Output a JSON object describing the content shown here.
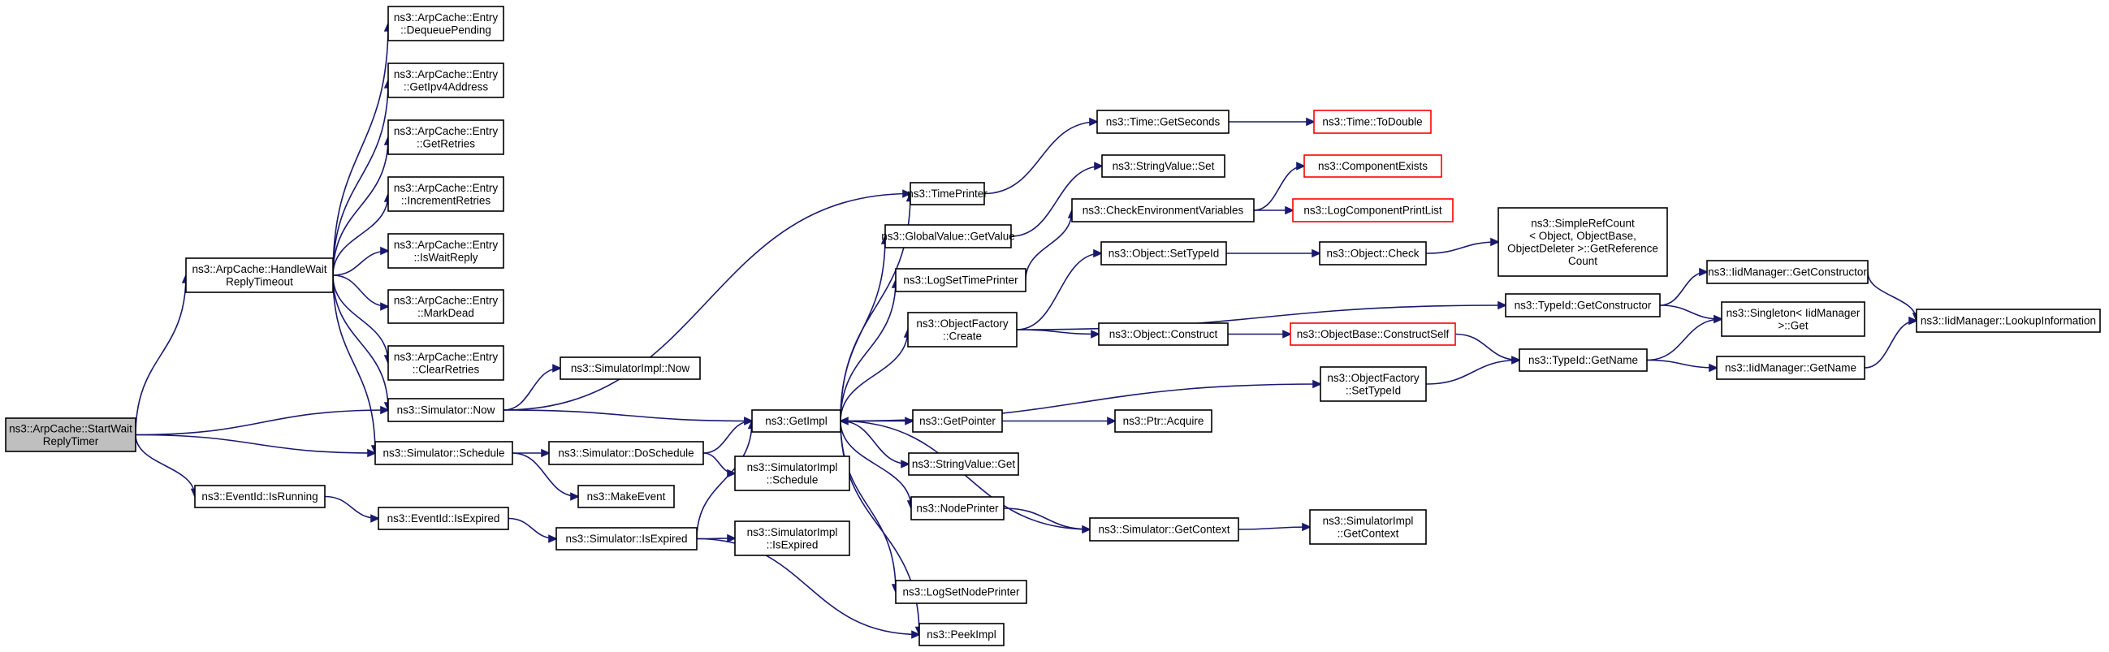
{
  "nodes": [
    {
      "id": "root",
      "lines": [
        "ns3::ArpCache::StartWait",
        "ReplyTimer"
      ],
      "style": "root"
    },
    {
      "id": "hwrt",
      "lines": [
        "ns3::ArpCache::HandleWait",
        "ReplyTimeout"
      ]
    },
    {
      "id": "deq",
      "lines": [
        "ns3::ArpCache::Entry",
        "::DequeuePending"
      ]
    },
    {
      "id": "getipv4",
      "lines": [
        "ns3::ArpCache::Entry",
        "::GetIpv4Address"
      ]
    },
    {
      "id": "getretries",
      "lines": [
        "ns3::ArpCache::Entry",
        "::GetRetries"
      ]
    },
    {
      "id": "incretries",
      "lines": [
        "ns3::ArpCache::Entry",
        "::IncrementRetries"
      ]
    },
    {
      "id": "iswait",
      "lines": [
        "ns3::ArpCache::Entry",
        "::IsWaitReply"
      ]
    },
    {
      "id": "markdead",
      "lines": [
        "ns3::ArpCache::Entry",
        "::MarkDead"
      ]
    },
    {
      "id": "clearretries",
      "lines": [
        "ns3::ArpCache::Entry",
        "::ClearRetries"
      ]
    },
    {
      "id": "simimplnow",
      "lines": [
        "ns3::SimulatorImpl::Now"
      ]
    },
    {
      "id": "simnow",
      "lines": [
        "ns3::Simulator::Now"
      ]
    },
    {
      "id": "simschedule",
      "lines": [
        "ns3::Simulator::Schedule"
      ]
    },
    {
      "id": "eventisrunning",
      "lines": [
        "ns3::EventId::IsRunning"
      ]
    },
    {
      "id": "eventisexpired",
      "lines": [
        "ns3::EventId::IsExpired"
      ]
    },
    {
      "id": "dosched",
      "lines": [
        "ns3::Simulator::DoSchedule"
      ]
    },
    {
      "id": "makeevent",
      "lines": [
        "ns3::MakeEvent"
      ]
    },
    {
      "id": "simisexpired",
      "lines": [
        "ns3::Simulator::IsExpired"
      ]
    },
    {
      "id": "getimpl",
      "lines": [
        "ns3::GetImpl"
      ]
    },
    {
      "id": "simimplsched",
      "lines": [
        "ns3::SimulatorImpl",
        "::Schedule"
      ]
    },
    {
      "id": "simimplisexp",
      "lines": [
        "ns3::SimulatorImpl",
        "::IsExpired"
      ]
    },
    {
      "id": "timeprinter",
      "lines": [
        "ns3::TimePrinter"
      ]
    },
    {
      "id": "gvget",
      "lines": [
        "ns3::GlobalValue::GetValue"
      ]
    },
    {
      "id": "logsettime",
      "lines": [
        "ns3::LogSetTimePrinter"
      ]
    },
    {
      "id": "ofcreate",
      "lines": [
        "ns3::ObjectFactory",
        "::Create"
      ]
    },
    {
      "id": "getpointer",
      "lines": [
        "ns3::GetPointer"
      ]
    },
    {
      "id": "svget",
      "lines": [
        "ns3::StringValue::Get"
      ]
    },
    {
      "id": "nodeprinter",
      "lines": [
        "ns3::NodePrinter"
      ]
    },
    {
      "id": "logsetnode",
      "lines": [
        "ns3::LogSetNodePrinter"
      ]
    },
    {
      "id": "peekimpl",
      "lines": [
        "ns3::PeekImpl"
      ]
    },
    {
      "id": "getseconds",
      "lines": [
        "ns3::Time::GetSeconds"
      ]
    },
    {
      "id": "todouble",
      "lines": [
        "ns3::Time::ToDouble"
      ],
      "style": "red"
    },
    {
      "id": "svset",
      "lines": [
        "ns3::StringValue::Set"
      ]
    },
    {
      "id": "checkenv",
      "lines": [
        "ns3::CheckEnvironmentVariables"
      ]
    },
    {
      "id": "compexists",
      "lines": [
        "ns3::ComponentExists"
      ],
      "style": "red"
    },
    {
      "id": "logcompprint",
      "lines": [
        "ns3::LogComponentPrintList"
      ],
      "style": "red"
    },
    {
      "id": "objsettypeid",
      "lines": [
        "ns3::Object::SetTypeId"
      ]
    },
    {
      "id": "objcheck",
      "lines": [
        "ns3::Object::Check"
      ]
    },
    {
      "id": "simplerefcount",
      "lines": [
        "ns3::SimpleRefCount",
        "< Object, ObjectBase,",
        " ObjectDeleter >::GetReference",
        "Count"
      ]
    },
    {
      "id": "objconstruct",
      "lines": [
        "ns3::Object::Construct"
      ]
    },
    {
      "id": "objbaseconstruct",
      "lines": [
        "ns3::ObjectBase::ConstructSelf"
      ],
      "style": "red"
    },
    {
      "id": "typeidgetconstructor",
      "lines": [
        "ns3::TypeId::GetConstructor"
      ]
    },
    {
      "id": "typeidgetname",
      "lines": [
        "ns3::TypeId::GetName"
      ]
    },
    {
      "id": "ofsettypeid",
      "lines": [
        "ns3::ObjectFactory",
        "::SetTypeId"
      ]
    },
    {
      "id": "ptracquire",
      "lines": [
        "ns3::Ptr::Acquire"
      ]
    },
    {
      "id": "simgetcontext",
      "lines": [
        "ns3::Simulator::GetContext"
      ]
    },
    {
      "id": "simimplgetcontext",
      "lines": [
        "ns3::SimulatorImpl",
        "::GetContext"
      ]
    },
    {
      "id": "iidgetconstructor",
      "lines": [
        "ns3::IidManager::GetConstructor"
      ]
    },
    {
      "id": "singletonget",
      "lines": [
        "ns3::Singleton< IidManager",
        " >::Get"
      ]
    },
    {
      "id": "iidgetname",
      "lines": [
        "ns3::IidManager::GetName"
      ]
    },
    {
      "id": "iidlookup",
      "lines": [
        "ns3::IidManager::LookupInformation"
      ]
    }
  ],
  "edges": [
    [
      "root",
      "hwrt"
    ],
    [
      "root",
      "simnow"
    ],
    [
      "root",
      "simschedule"
    ],
    [
      "root",
      "eventisrunning"
    ],
    [
      "hwrt",
      "deq"
    ],
    [
      "hwrt",
      "getipv4"
    ],
    [
      "hwrt",
      "getretries"
    ],
    [
      "hwrt",
      "incretries"
    ],
    [
      "hwrt",
      "iswait"
    ],
    [
      "hwrt",
      "markdead"
    ],
    [
      "hwrt",
      "clearretries"
    ],
    [
      "hwrt",
      "simnow"
    ],
    [
      "hwrt",
      "simschedule"
    ],
    [
      "simnow",
      "timeprinter"
    ],
    [
      "simnow",
      "simimplnow"
    ],
    [
      "simnow",
      "getimpl"
    ],
    [
      "simschedule",
      "dosched"
    ],
    [
      "simschedule",
      "makeevent"
    ],
    [
      "eventisrunning",
      "eventisexpired"
    ],
    [
      "eventisexpired",
      "simisexpired"
    ],
    [
      "dosched",
      "getimpl"
    ],
    [
      "dosched",
      "simimplsched"
    ],
    [
      "simisexpired",
      "getimpl"
    ],
    [
      "simisexpired",
      "simimplisexp"
    ],
    [
      "simisexpired",
      "peekimpl"
    ],
    [
      "getimpl",
      "timeprinter"
    ],
    [
      "getimpl",
      "gvget"
    ],
    [
      "getimpl",
      "logsettime"
    ],
    [
      "getimpl",
      "ofcreate"
    ],
    [
      "getimpl",
      "getpointer"
    ],
    [
      "getimpl",
      "svget"
    ],
    [
      "getimpl",
      "nodeprinter"
    ],
    [
      "getimpl",
      "logsetnode"
    ],
    [
      "getimpl",
      "peekimpl"
    ],
    [
      "getimpl",
      "ofsettypeid"
    ],
    [
      "timeprinter",
      "getseconds"
    ],
    [
      "getseconds",
      "todouble"
    ],
    [
      "gvget",
      "svset"
    ],
    [
      "logsettime",
      "checkenv"
    ],
    [
      "checkenv",
      "compexists"
    ],
    [
      "checkenv",
      "logcompprint"
    ],
    [
      "ofcreate",
      "objsettypeid"
    ],
    [
      "ofcreate",
      "typeidgetconstructor"
    ],
    [
      "ofcreate",
      "objconstruct"
    ],
    [
      "objsettypeid",
      "objcheck"
    ],
    [
      "objcheck",
      "simplerefcount"
    ],
    [
      "objconstruct",
      "objbaseconstruct"
    ],
    [
      "objbaseconstruct",
      "typeidgetname"
    ],
    [
      "ofsettypeid",
      "typeidgetname"
    ],
    [
      "typeidgetconstructor",
      "iidgetconstructor"
    ],
    [
      "typeidgetconstructor",
      "singletonget"
    ],
    [
      "typeidgetname",
      "singletonget"
    ],
    [
      "typeidgetname",
      "iidgetname"
    ],
    [
      "iidgetconstructor",
      "iidlookup"
    ],
    [
      "iidgetname",
      "iidlookup"
    ],
    [
      "getpointer",
      "ptracquire"
    ],
    [
      "nodeprinter",
      "simgetcontext"
    ],
    [
      "simgetcontext",
      "getimpl"
    ],
    [
      "simgetcontext",
      "simimplgetcontext"
    ]
  ]
}
